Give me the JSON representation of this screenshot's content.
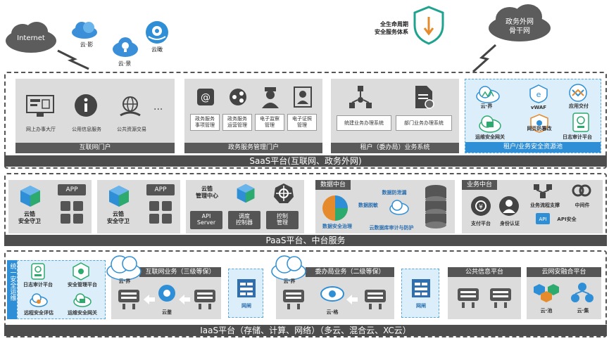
{
  "top": {
    "internet": "Internet",
    "yun_ying": "云·影",
    "yun_jing": "云·景",
    "yun_kai": "云瞰",
    "lifecycle_line1": "全生命周期",
    "lifecycle_line2": "安全服务体系",
    "gov_net_line1": "政务外网",
    "gov_net_line2": "骨干网"
  },
  "saas": {
    "label": "SaaS平台(互联网、政务外网)",
    "portal": {
      "caption": "互联网门户",
      "items": [
        "网上办事大厅",
        "公用信息服务",
        "公共资源交易"
      ],
      "more": "···"
    },
    "gov_portal": {
      "caption": "政务服务管理门户",
      "items": [
        "政务服务\n事项管理",
        "政务服务\n运营管理",
        "电子监察\n管理",
        "电子证照\n管理"
      ]
    },
    "tenant": {
      "caption": "租户（委办局）业务系统",
      "items": [
        "统建业务办理系统",
        "部门业务办理系统"
      ]
    },
    "security_pool": {
      "caption": "租户/业务安全资源池",
      "items": [
        "云·界",
        "vWAF",
        "应用交付",
        "运维安全网关",
        "网页防篡改",
        "日志审计平台"
      ]
    }
  },
  "paas": {
    "label": "PaaS平台、中台服务",
    "guard1": {
      "name": "云锆\n安全守卫",
      "app": "APP"
    },
    "guard2": {
      "name": "云锆\n安全守卫",
      "app": "APP"
    },
    "mgmt": {
      "title": "云锆\n管理中心",
      "items": [
        "API\nServer",
        "调度\n控制器",
        "控制\n管理"
      ]
    },
    "data_center": {
      "title": "数据中台",
      "items": [
        "数据防泄漏",
        "数据脱敏",
        "数据安全治理",
        "云数据库审计与防护"
      ]
    },
    "biz_center": {
      "title": "业务中台",
      "items": [
        "业务流程支撑",
        "中间件",
        "支付平台",
        "身份认证",
        "API安全"
      ]
    }
  },
  "iaas": {
    "label": "IaaS平台（存储、计算、网络）（多云、混合云、XC云）",
    "side_label": "统一安全运维",
    "ops": {
      "items": [
        "日志审计平台",
        "安全管理平台",
        "远程安全评估",
        "运维安全网关"
      ]
    },
    "internet_biz": {
      "title": "互联网业务（三级等保）",
      "yunjie": "云·界",
      "yunjian": "云鉴"
    },
    "gateway1": "网闸",
    "commission_biz": {
      "title": "委办局业务（二级等保）",
      "yunjie": "云·界",
      "yunge": "云·格"
    },
    "gateway2": "网闸",
    "public_info": {
      "title": "公共信息平台"
    },
    "cloud_net": {
      "title": "云网安融合平台",
      "items": [
        "云·池",
        "云·集"
      ]
    }
  },
  "colors": {
    "accent_blue": "#2f8fd6",
    "dark_gray": "#4d4d4d",
    "panel_gray": "#dcdcdc",
    "green": "#2daa6e"
  }
}
